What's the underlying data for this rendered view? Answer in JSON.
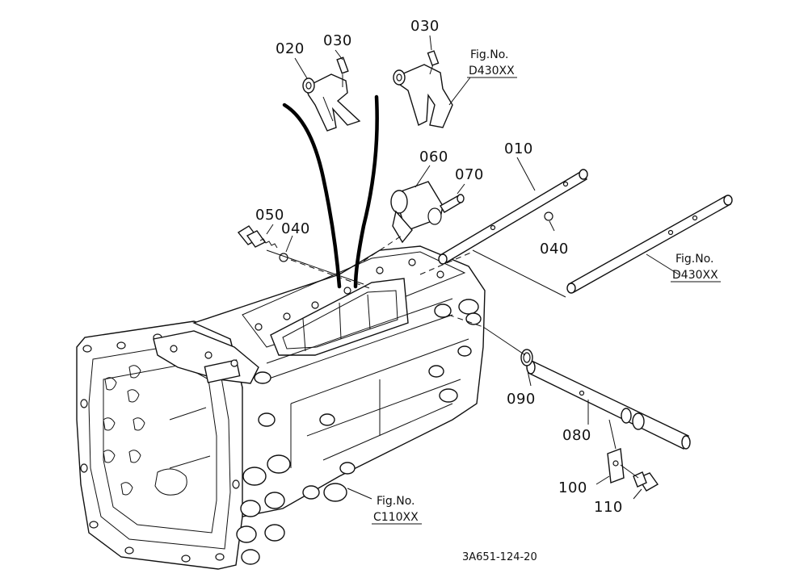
{
  "callouts": {
    "p020": "020",
    "p030a": "030",
    "p030b": "030",
    "p060": "060",
    "p070": "070",
    "p010": "010",
    "p050": "050",
    "p040a": "040",
    "p040b": "040",
    "p090": "090",
    "p080": "080",
    "p100": "100",
    "p110": "110"
  },
  "figure_refs": {
    "ref1": {
      "line1": "Fig.No.",
      "line2": "D430XX"
    },
    "ref2": {
      "line1": "Fig.No.",
      "line2": "D430XX"
    },
    "ref3": {
      "line1": "Fig.No.",
      "line2": "C110XX"
    }
  },
  "drawing_code": "3A651-124-20"
}
